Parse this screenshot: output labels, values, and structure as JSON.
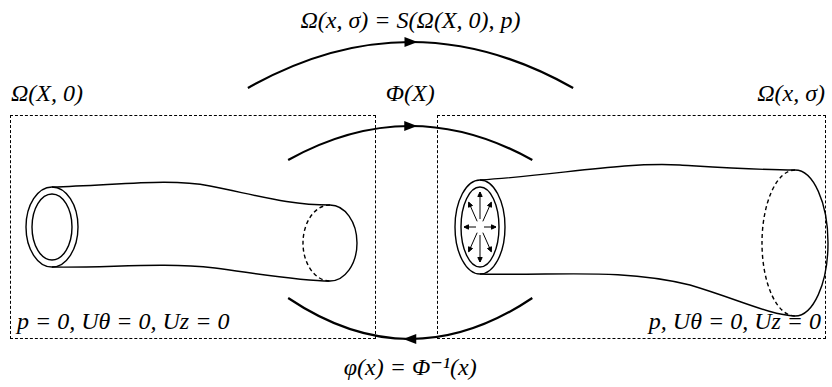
{
  "diagram": {
    "nodes": [
      {
        "text": [
          "Ω(X, 0)",
          "p = 0, Uθ = 0, Uz = 0"
        ]
      },
      {
        "text": [
          "Ω(x, σ)",
          "p, Uθ = 0, Uz = 0"
        ]
      }
    ],
    "edges": [
      {
        "from": 0,
        "to": 1,
        "arrow": "to",
        "label": "Ω(x, σ) = S(Ω(X, 0), p)"
      },
      {
        "from": 0,
        "to": 1,
        "arrow": "to",
        "label": "Φ(X)"
      },
      {
        "from": 1,
        "to": 0,
        "arrow": "to",
        "label": "φ(x) = Φ⁻¹(x)"
      }
    ]
  }
}
